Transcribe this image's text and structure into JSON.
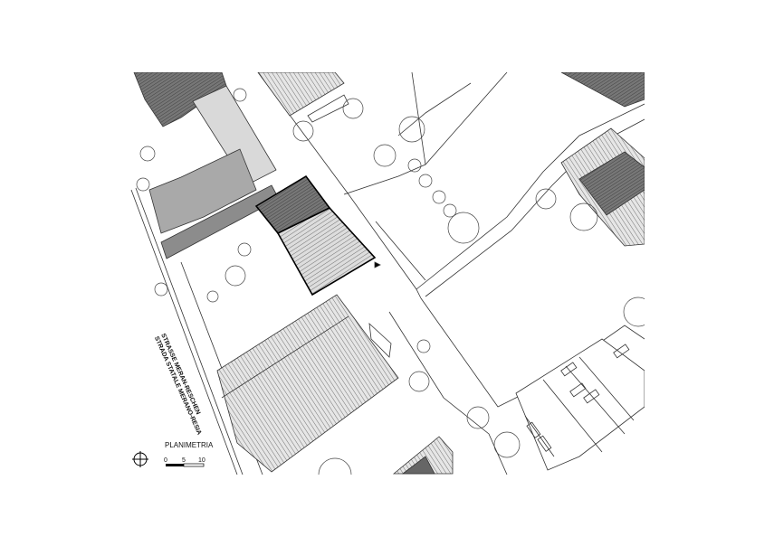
{
  "drawing": {
    "title": "PLANIMETRIA",
    "street_label_1": "STRASSE MERAN-RESCHEN",
    "street_label_2": "STRADA STATALE MERANO-RESIA",
    "scale_ticks": [
      "0",
      "5",
      "10"
    ],
    "north_symbol": "north-arrow-icon"
  }
}
